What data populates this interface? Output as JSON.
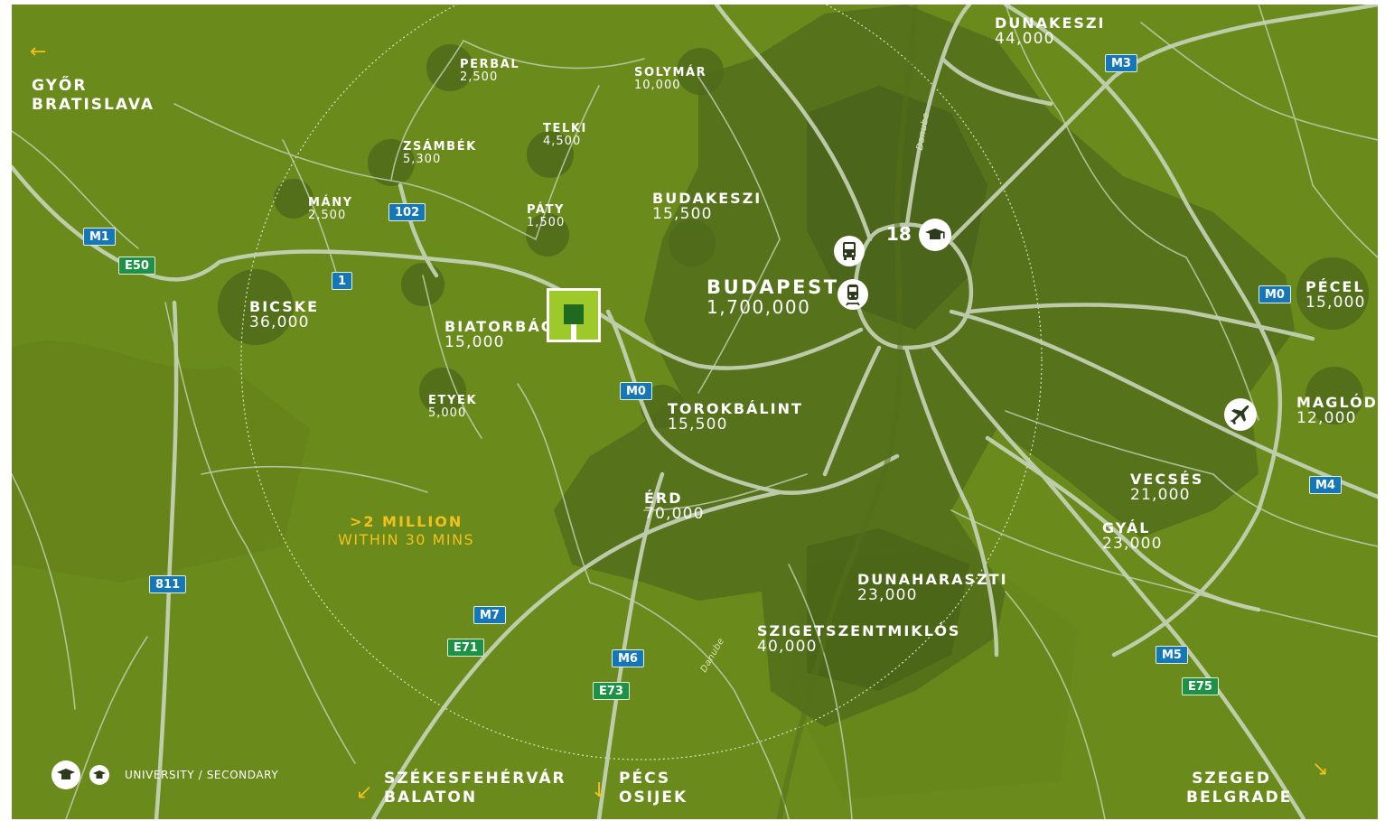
{
  "towns": [
    {
      "id": "dunakeszi",
      "name": "DUNAKESZI",
      "pop": "44,000"
    },
    {
      "id": "perbal",
      "name": "PERBAL",
      "pop": "2,500"
    },
    {
      "id": "solymar",
      "name": "SOLYMÁR",
      "pop": "10,000"
    },
    {
      "id": "telki",
      "name": "TELKI",
      "pop": "4,500"
    },
    {
      "id": "zsambek",
      "name": "ZSÁMBÉK",
      "pop": "5,300"
    },
    {
      "id": "many",
      "name": "MÁNY",
      "pop": "2,500"
    },
    {
      "id": "paty",
      "name": "PÁTY",
      "pop": "1,500"
    },
    {
      "id": "budakeszi",
      "name": "BUDAKESZI",
      "pop": "15,500"
    },
    {
      "id": "bicske",
      "name": "BICSKE",
      "pop": "36,000"
    },
    {
      "id": "biatorbagy",
      "name": "BIATORBÁGY",
      "pop": "15,000"
    },
    {
      "id": "budapest",
      "name": "BUDAPEST",
      "pop": "1,700,000"
    },
    {
      "id": "pecel",
      "name": "PÉCEL",
      "pop": "15,000"
    },
    {
      "id": "etyek",
      "name": "ETYEK",
      "pop": "5,000"
    },
    {
      "id": "torokbalint",
      "name": "TOROKBÁLINT",
      "pop": "15,500"
    },
    {
      "id": "maglod",
      "name": "MAGLÓD",
      "pop": "12,000"
    },
    {
      "id": "vecses",
      "name": "VECSÉS",
      "pop": "21,000"
    },
    {
      "id": "erd",
      "name": "ÉRD",
      "pop": "70,000"
    },
    {
      "id": "gyal",
      "name": "GYÁL",
      "pop": "23,000"
    },
    {
      "id": "dunaharaszti",
      "name": "DUNAHARASZTI",
      "pop": "23,000"
    },
    {
      "id": "szigetszentmiklos",
      "name": "SZIGETSZENTMIKLÓS",
      "pop": "40,000"
    }
  ],
  "shields": {
    "m3": "M3",
    "m1": "M1",
    "e50": "E50",
    "r102": "102",
    "r1": "1",
    "m0_west": "M0",
    "m0_east": "M0",
    "m4": "M4",
    "r811": "811",
    "m7": "M7",
    "e71": "E71",
    "m6": "M6",
    "e73": "E73",
    "m5": "M5",
    "e75": "E75"
  },
  "rivers": {
    "north": "Danube",
    "south": "Danube"
  },
  "reach": {
    "line1": ">2 MILLION",
    "line2": "WITHIN 30 MINS"
  },
  "directions": {
    "nw": {
      "line1": "GYŐR",
      "line2": "BRATISLAVA"
    },
    "sw": {
      "line1": "SZÉKESFEHÉRVÁR",
      "line2": "BALATON"
    },
    "s": {
      "line1": "PÉCS",
      "line2": "OSIJEK"
    },
    "se": {
      "line1": "SZEGED",
      "line2": "BELGRADE"
    }
  },
  "schools_count": "18",
  "legend": {
    "label": "UNIVERSITY / SECONDARY"
  },
  "icons": [
    "bus-icon",
    "train-icon",
    "university-icon",
    "airplane-icon",
    "secondary-school-icon",
    "site-marker-icon"
  ],
  "colors": {
    "map_green": "#6b8a1c",
    "built_up": "#4f6a1a",
    "road": "#c5d2b6",
    "motorway_shield": "#1677b8",
    "euro_shield": "#1d9146",
    "accent": "#f2c21a",
    "site_marker": "#9dc92b",
    "site_marker_inner": "#1f6a1e"
  }
}
